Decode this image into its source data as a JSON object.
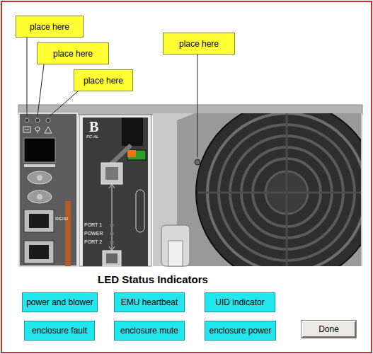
{
  "diagram": {
    "title": "LED Status Indicators",
    "nodes": [
      {
        "text": [
          "place here"
        ]
      },
      {
        "text": [
          "place here"
        ]
      },
      {
        "text": [
          "place here"
        ]
      },
      {
        "text": [
          "place here"
        ]
      },
      {
        "text": [
          "power and blower"
        ]
      },
      {
        "text": [
          "EMU heartbeat"
        ]
      },
      {
        "text": [
          "UID indicator"
        ]
      },
      {
        "text": [
          "enclosure fault"
        ]
      },
      {
        "text": [
          "enclosure mute"
        ]
      },
      {
        "text": [
          "enclosure power"
        ]
      },
      {
        "text": [
          "Done"
        ]
      }
    ],
    "labels": [
      "B",
      "FC-AL",
      "PORT 1",
      "POWER",
      "PORT 2",
      "RS232"
    ]
  }
}
